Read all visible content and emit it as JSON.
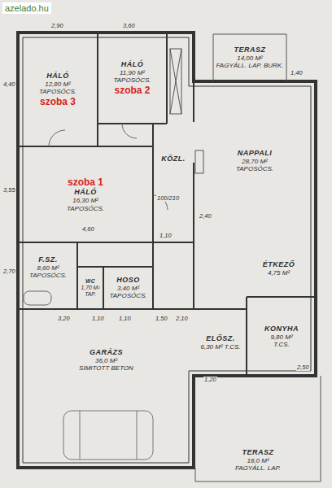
{
  "diagram": {
    "nodes": [
      {
        "text": [
          "HÁLÓ",
          "12,80 M²",
          "TAPOSÓCS.",
          "szoba 3"
        ]
      },
      {
        "text": [
          "HÁLÓ",
          "11,90 M²",
          "TAPOSÓCS.",
          "szoba 2"
        ]
      },
      {
        "text": [
          "szoba 1",
          "HÁLÓ",
          "16,30 M²",
          "TAPOSÓCS."
        ]
      },
      {
        "text": [
          "KÖZL."
        ]
      },
      {
        "text": [
          "NAPPALI",
          "28,70 M²",
          "TAPOSÓCS."
        ]
      },
      {
        "text": [
          "TERASZ",
          "14,00 M²",
          "FAGYÁLL. LAP. BURK."
        ]
      },
      {
        "text": [
          "ÉTKEZŐ",
          "4,75 M²"
        ]
      },
      {
        "text": [
          "F.SZ.",
          "8,60 M²",
          "TAPOSÓCS."
        ]
      },
      {
        "text": [
          "WC",
          "1,70 M²",
          "TAP."
        ]
      },
      {
        "text": [
          "HOSO",
          "3,40 M²",
          "TAPOSÓCS."
        ]
      },
      {
        "text": [
          "ELŐSZ.",
          "6,30 M² T.CS."
        ]
      },
      {
        "text": [
          "KONYHA",
          "9,80 M²",
          "T.CS."
        ]
      },
      {
        "text": [
          "GARÁZS",
          "36,0 M²",
          "SIMITOTT BETON"
        ]
      },
      {
        "text": [
          "TERASZ",
          "18,0 M²",
          "FAGYÁLL. LAP."
        ]
      }
    ],
    "labels": [
      "azelado.hu",
      "2,90",
      "3,60",
      "4,40",
      "3,55",
      "4,60",
      "1,10",
      "2,70",
      "3,20",
      "1,10",
      "1,10",
      "1,50",
      "2,10",
      "1,20",
      "2,50",
      "100/210",
      "2,40",
      "1,40"
    ]
  }
}
